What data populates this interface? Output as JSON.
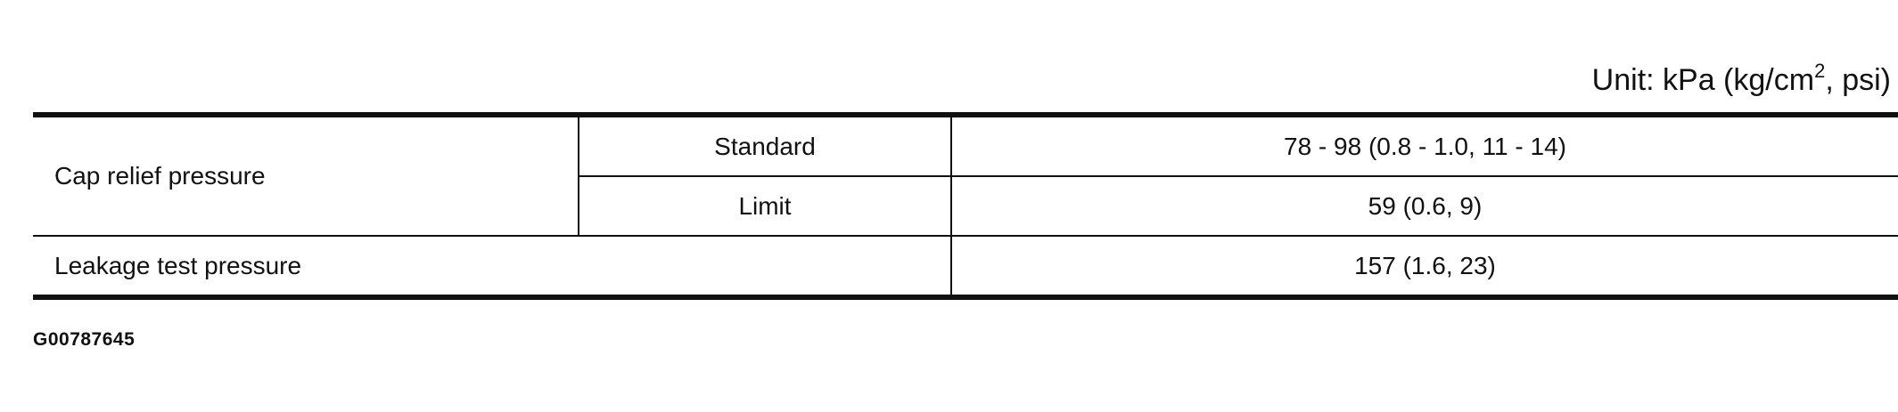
{
  "unit": {
    "prefix": "Unit: kPa (kg/cm",
    "superscript": "2",
    "suffix": ", psi)"
  },
  "table": {
    "rows": [
      {
        "item": "Cap relief pressure",
        "sub_rows": [
          {
            "condition": "Standard",
            "value": "78 - 98 (0.8 - 1.0, 11 - 14)"
          },
          {
            "condition": "Limit",
            "value": "59 (0.6, 9)"
          }
        ]
      },
      {
        "item": "Leakage test pressure",
        "value": "157 (1.6, 23)"
      }
    ]
  },
  "figure_id": "G00787645"
}
